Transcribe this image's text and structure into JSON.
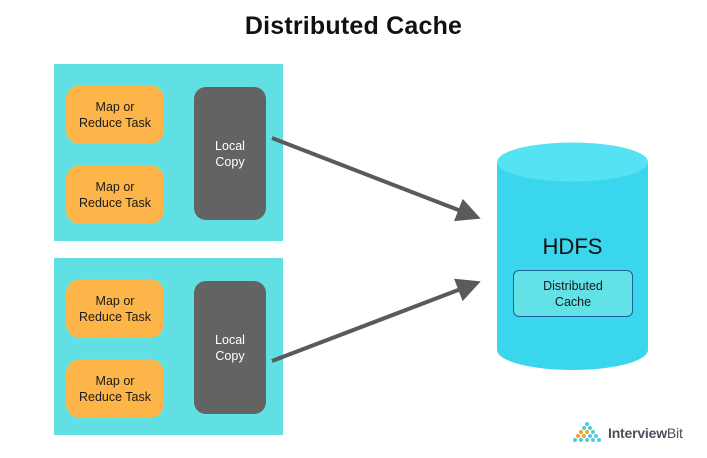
{
  "title": "Distributed Cache",
  "nodes": [
    {
      "tasks": [
        {
          "line1": "Map or",
          "line2": "Reduce Task"
        },
        {
          "line1": "Map or",
          "line2": "Reduce Task"
        }
      ],
      "local_copy": {
        "line1": "Local",
        "line2": "Copy"
      }
    },
    {
      "tasks": [
        {
          "line1": "Map or",
          "line2": "Reduce Task"
        },
        {
          "line1": "Map or",
          "line2": "Reduce Task"
        }
      ],
      "local_copy": {
        "line1": "Local",
        "line2": "Copy"
      }
    }
  ],
  "hdfs": {
    "label": "HDFS",
    "cache": {
      "line1": "Distributed",
      "line2": "Cache"
    }
  },
  "logo": {
    "name_bold": "Interview",
    "name_regular": "Bit",
    "icon": "interviewbit-logo-icon"
  },
  "colors": {
    "node_panel": "#60e0e3",
    "task": "#fdb54a",
    "local_copy": "#636363",
    "hdfs_cylinder": "#3ad6ee",
    "arrow": "#5a5a5a"
  }
}
